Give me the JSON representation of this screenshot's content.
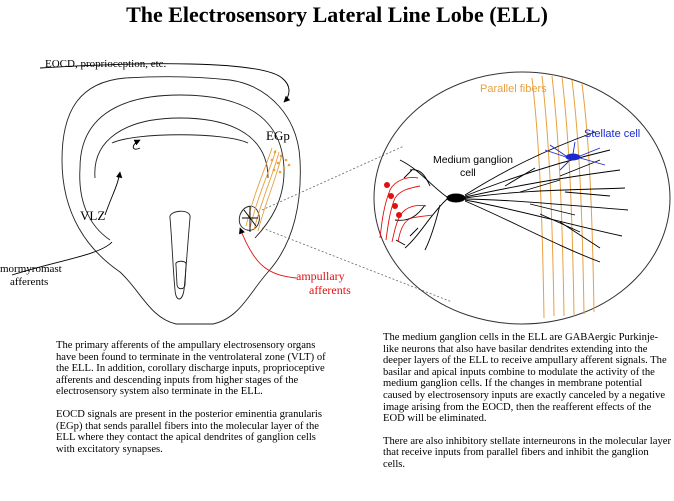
{
  "title": "The Electrosensory Lateral Line Lobe (ELL)",
  "labels": {
    "eocd": "EOCD, proprioception, etc.",
    "egp": "EGp",
    "vlz": "VLZ",
    "mormyromast_1": "mormyromast",
    "mormyromast_2": "afferents",
    "ampullary_1": "ampullary",
    "ampullary_2": "afferents",
    "parallel_fibers": "Parallel fibers",
    "stellate_cell": "Stellate cell",
    "medium_ganglion_1": "Medium ganglion",
    "medium_ganglion_2": "cell"
  },
  "colors": {
    "parallel_fiber": "#e8a040",
    "stellate": "#1a2ad0",
    "ampullary": "#e01010",
    "outline": "#222222"
  },
  "text": {
    "left_p1": "The primary afferents of the ampullary electrosensory organs have been found to terminate in the ventrolateral zone (VLT) of the ELL. In addition, corollary discharge inputs, proprioceptive afferents and descending inputs from higher stages of the electrosensory system also terminate in the ELL.",
    "left_p2": "EOCD signals are present in the posterior eminentia granularis (EGp) that sends parallel fibers into the molecular layer of the ELL where they contact the apical dendrites of ganglion cells with excitatory synapses.",
    "right_p1": "The medium ganglion cells in the ELL are GABAergic Purkinje-like neurons that also have basilar dendrites extending into the deeper layers of the ELL to receive ampullary afferent signals.  The basilar and apical inputs combine to modulate the activity of the medium ganglion cells.  If the changes in membrane potential caused by electrosensory inputs are exactly canceled by a negative image arising from the EOCD, then the reafferent effects of the EOD will be eliminated.",
    "right_p2": " There are also inhibitory stellate interneurons in the molecular layer that receive inputs from parallel fibers and inhibit the ganglion cells."
  }
}
